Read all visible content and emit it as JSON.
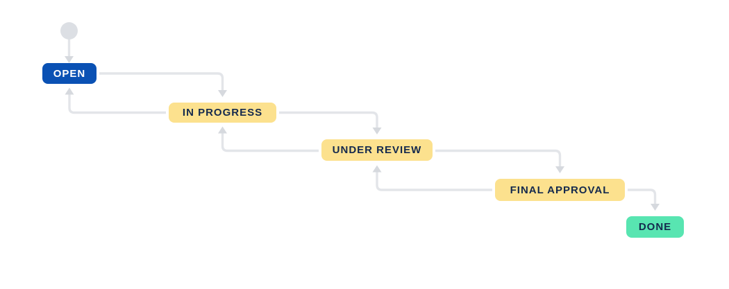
{
  "workflow": {
    "start_node": {
      "shape": "circle",
      "color": "#dcdfe4"
    },
    "nodes": [
      {
        "id": "open",
        "label": "OPEN",
        "bg_color": "#0a51b4",
        "text_color": "#ffffff"
      },
      {
        "id": "in-progress",
        "label": "IN PROGRESS",
        "bg_color": "#fce18e",
        "text_color": "#14294d"
      },
      {
        "id": "under-review",
        "label": "UNDER REVIEW",
        "bg_color": "#fce18e",
        "text_color": "#14294d"
      },
      {
        "id": "final-approval",
        "label": "FINAL APPROVAL",
        "bg_color": "#fce18e",
        "text_color": "#14294d"
      },
      {
        "id": "done",
        "label": "DONE",
        "bg_color": "#58e5b1",
        "text_color": "#14294d"
      }
    ],
    "transitions": [
      {
        "from": "start",
        "to": "open"
      },
      {
        "from": "open",
        "to": "in-progress"
      },
      {
        "from": "in-progress",
        "to": "open"
      },
      {
        "from": "in-progress",
        "to": "under-review"
      },
      {
        "from": "under-review",
        "to": "in-progress"
      },
      {
        "from": "under-review",
        "to": "final-approval"
      },
      {
        "from": "final-approval",
        "to": "under-review"
      },
      {
        "from": "final-approval",
        "to": "done"
      }
    ],
    "colors": {
      "connector": "#e3e5e9",
      "arrowhead": "#d6d9de",
      "background": "#ffffff"
    }
  }
}
